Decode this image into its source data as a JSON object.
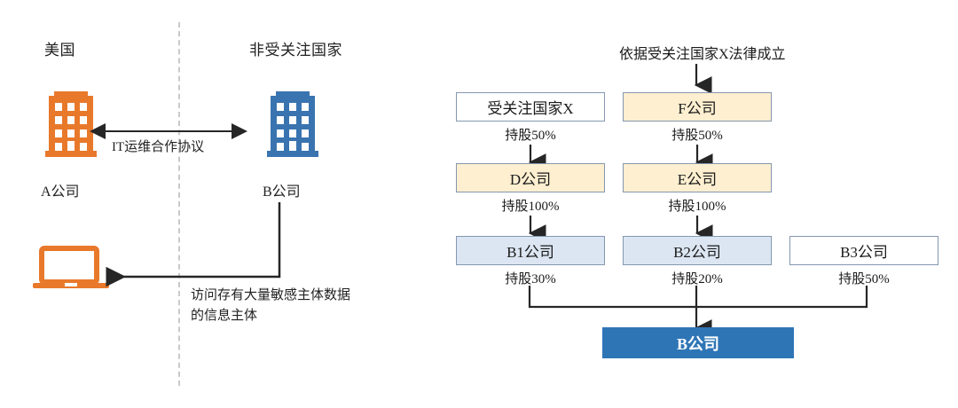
{
  "left_panel": {
    "jurisdiction_left": "美国",
    "jurisdiction_right": "非受关注国家",
    "company_a": "A公司",
    "company_b": "B公司",
    "agreement_label": "IT运维合作协议",
    "access_label": "访问存有大量敏感主体数据的信息主体",
    "colors": {
      "company_a_icon": "#E8792B",
      "company_b_icon": "#3A74B0",
      "laptop_icon": "#E8792B",
      "divider": "#C9C9C9",
      "arrow": "#262626"
    }
  },
  "right_panel": {
    "caption": "依据受关注国家X法律成立",
    "nodes": {
      "country_x": "受关注国家X",
      "company_f": "F公司",
      "company_d": "D公司",
      "company_e": "E公司",
      "company_b1": "B1公司",
      "company_b2": "B2公司",
      "company_b3": "B3公司",
      "company_b": "B公司"
    },
    "ownership": {
      "country_x_to_d": "持股50%",
      "f_to_e": "持股50%",
      "d_to_b1": "持股100%",
      "e_to_b2": "持股100%",
      "b1_to_b": "持股30%",
      "b2_to_b": "持股20%",
      "b3_to_b": "持股50%"
    },
    "colors": {
      "cream_fill": "#FDEFD0",
      "lightblue_fill": "#DCE6F2",
      "solidblue_fill": "#2E75B6",
      "box_border": "#8497B0",
      "connector": "#262626"
    }
  }
}
